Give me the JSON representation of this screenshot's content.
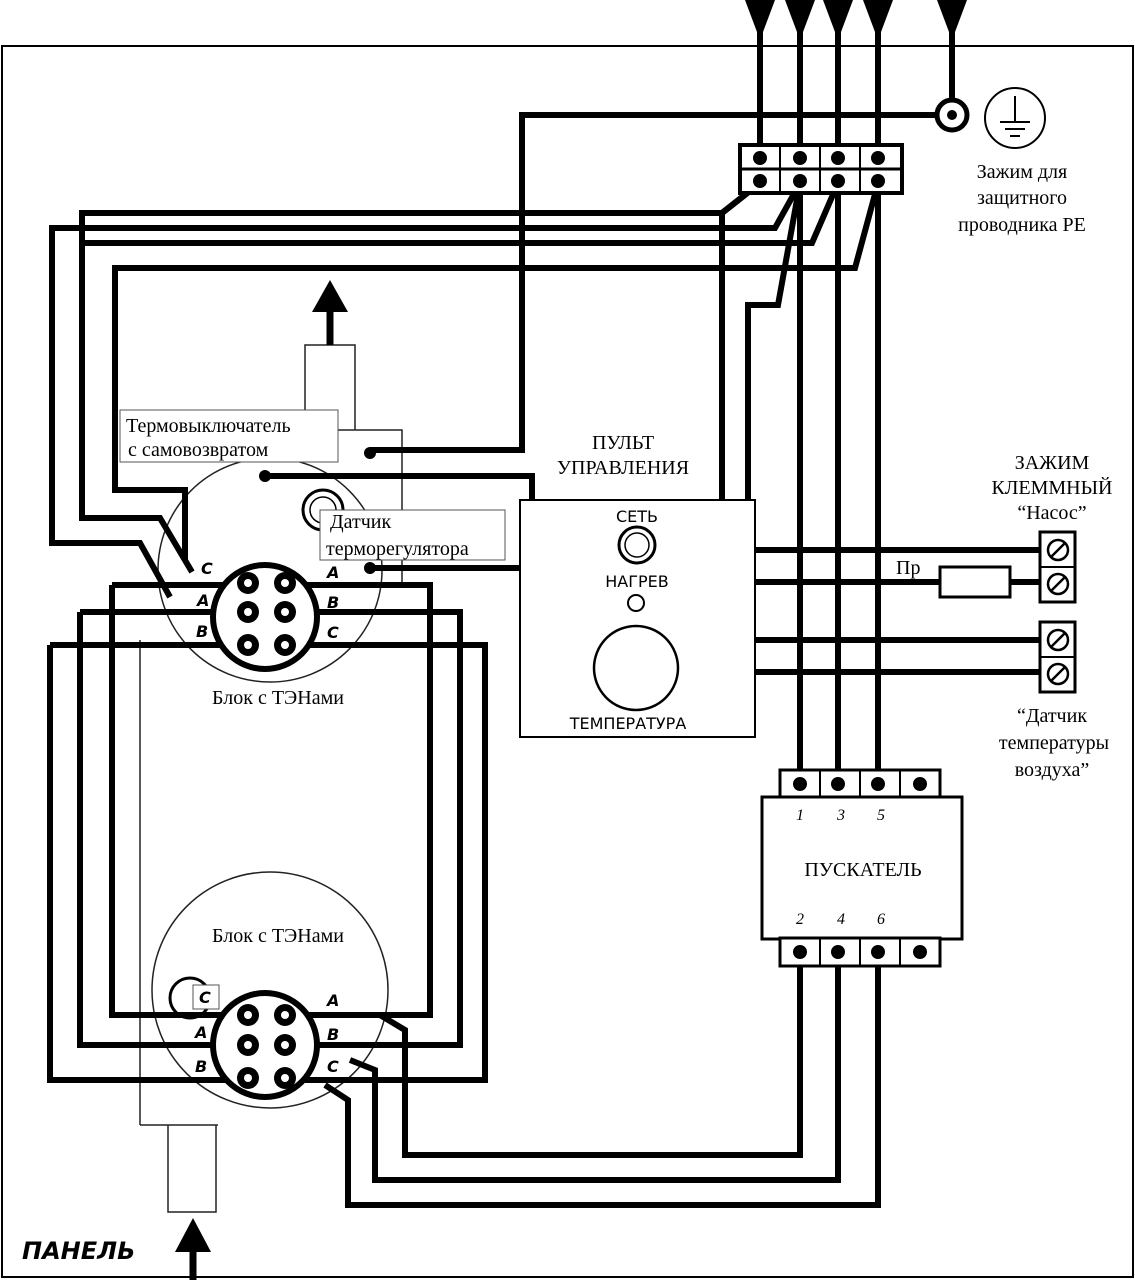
{
  "labels": {
    "thermal_switch_line1": "Термовыключатель",
    "thermal_switch_line2": "с самовозвратом",
    "sensor_line1": "Датчик",
    "sensor_line2": "терморегулятора",
    "control_panel_line1": "ПУЛЬТ",
    "control_panel_line2": "УПРАВЛЕНИЯ",
    "indicator_network": "СЕТЬ",
    "indicator_heating": "НАГРЕВ",
    "knob_temperature": "ТЕМПЕРАТУРА",
    "pe_clamp_line1": "Зажим для",
    "pe_clamp_line2": "защитного",
    "pe_clamp_line3": "проводника PE",
    "terminal_clamp_line1": "ЗАЖИМ",
    "terminal_clamp_line2": "КЛЕММНЫЙ",
    "terminal_clamp_line3": "“Насос”",
    "fuse": "Пр",
    "air_sensor_line1": "“Датчик",
    "air_sensor_line2": "температуры",
    "air_sensor_line3": "воздуха”",
    "heater_block_top": "Блок с ТЭНами",
    "heater_block_bottom": "Блок с ТЭНами",
    "starter": "ПУСКАТЕЛЬ",
    "panel": "ПАНЕЛЬ"
  },
  "starter_terminals_top": [
    "1",
    "3",
    "5"
  ],
  "starter_terminals_bottom": [
    "2",
    "4",
    "6"
  ],
  "phases": {
    "a": "A",
    "b": "B",
    "c": "C"
  }
}
